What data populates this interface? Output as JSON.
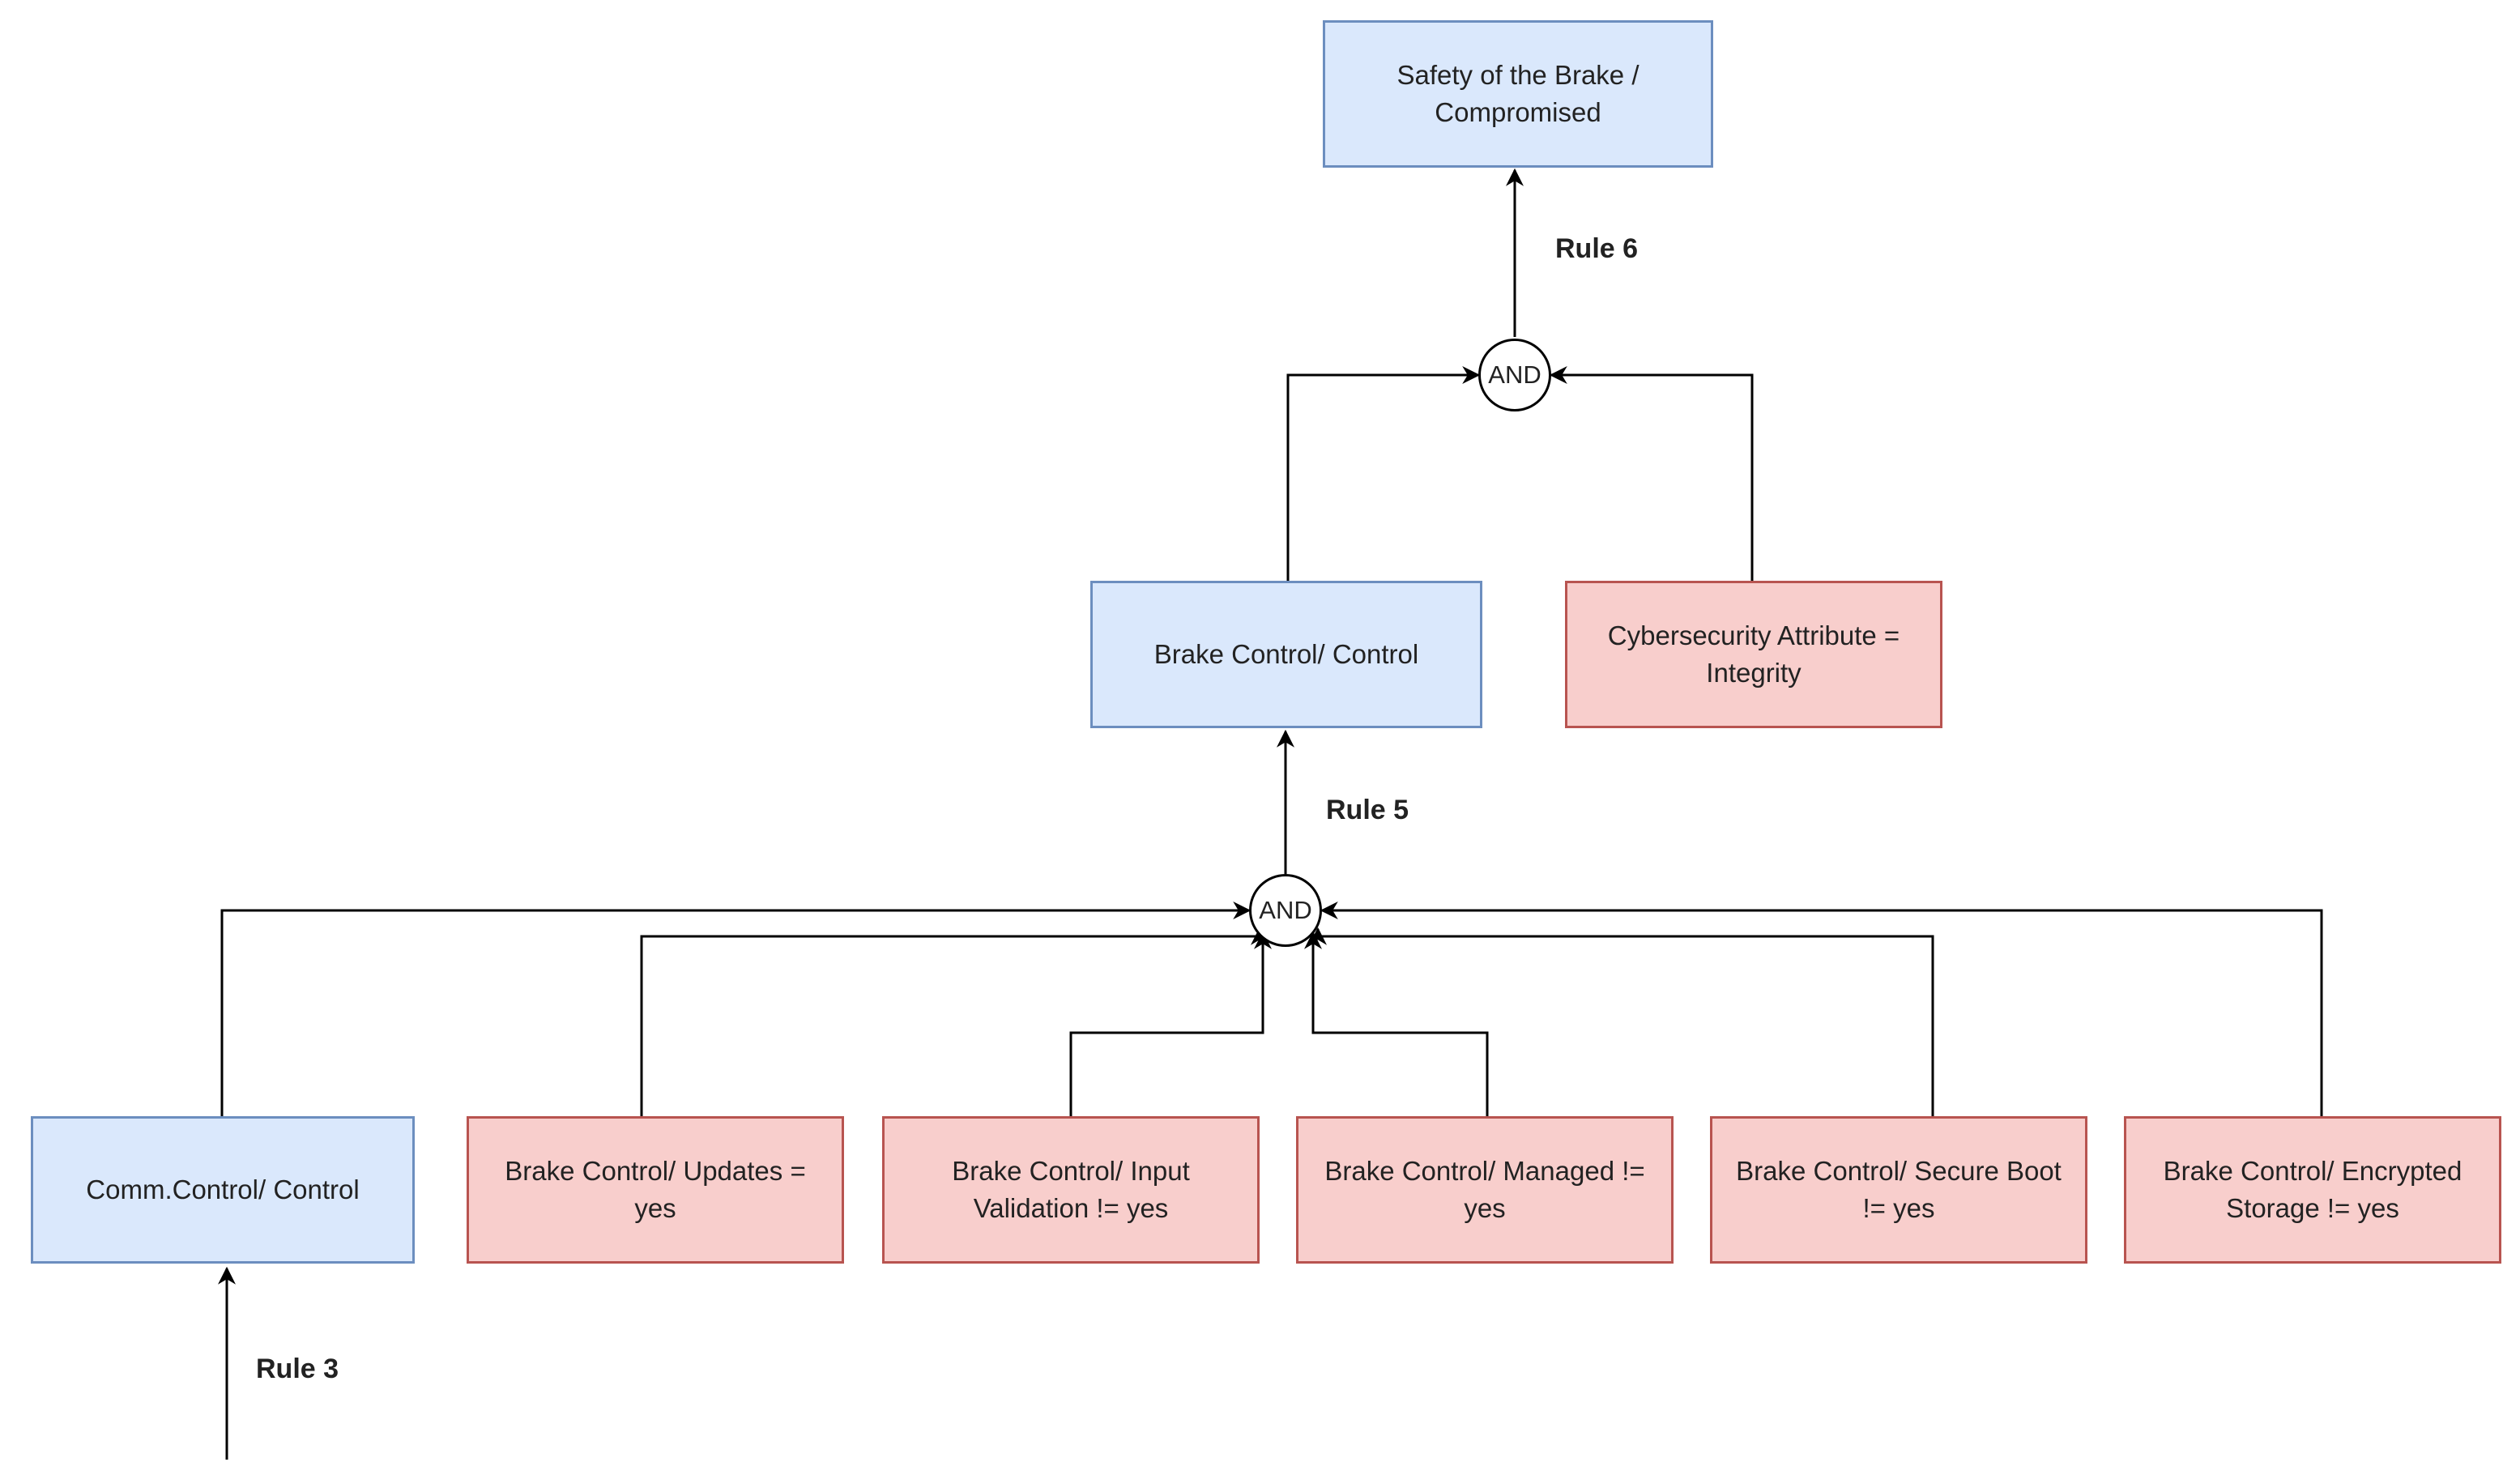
{
  "colors": {
    "blue_fill": "#dae8fc",
    "blue_stroke": "#6c8ebf",
    "red_fill": "#f8cecc",
    "red_stroke": "#b85450",
    "edge": "#000000"
  },
  "nodes": {
    "safety": "Safety of the Brake / Compromised",
    "brake_control": "Brake Control/ Control",
    "cybersecurity": "Cybersecurity Attribute = Integrity",
    "comm_control": "Comm.Control/ Control",
    "updates": "Brake Control/ Updates = yes",
    "input_validation": "Brake Control/ Input Validation != yes",
    "managed": "Brake Control/ Managed != yes",
    "secure_boot": "Brake Control/ Secure Boot != yes",
    "encrypted_storage": "Brake Control/ Encrypted Storage != yes"
  },
  "gates": {
    "top": "AND",
    "bottom": "AND"
  },
  "rules": {
    "rule6": "Rule 6",
    "rule5": "Rule 5",
    "rule3": "Rule 3"
  }
}
